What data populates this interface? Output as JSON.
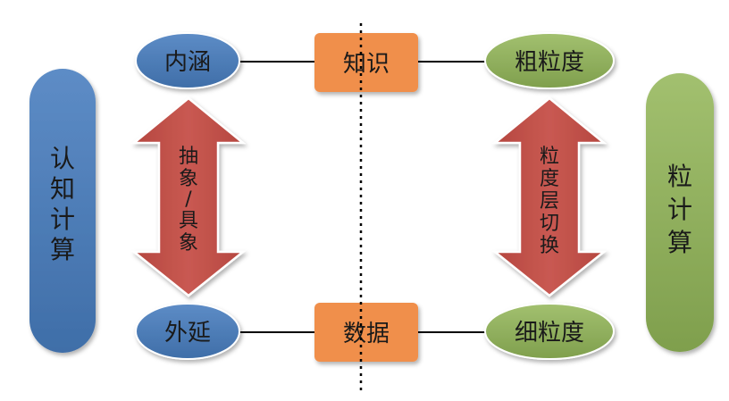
{
  "left_pill": {
    "label": [
      "认",
      "知",
      "计",
      "算"
    ]
  },
  "right_pill": {
    "label": [
      "粒",
      "计",
      "算"
    ]
  },
  "intension": "内涵",
  "extension": "外延",
  "knowledge": "知识",
  "data": "数据",
  "coarse": "粗粒度",
  "fine": "细粒度",
  "left_arrow": {
    "label": [
      "抽",
      "象",
      "/",
      "具",
      "象"
    ]
  },
  "right_arrow": {
    "label": [
      "粒",
      "度",
      "层",
      "切",
      "换"
    ]
  },
  "colors": {
    "blue": "#4a7ab4",
    "green": "#8ead5c",
    "orange": "#f08f4b",
    "red": "#c0504d"
  }
}
